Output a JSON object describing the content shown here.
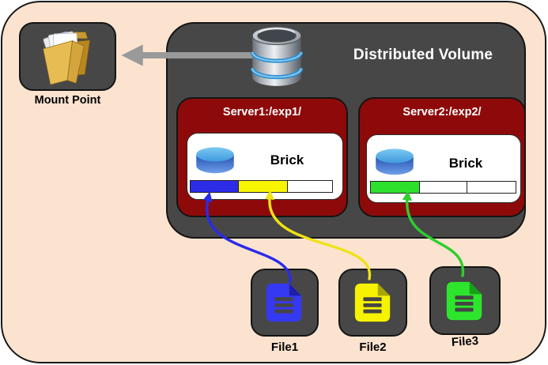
{
  "diagram": {
    "background_color": "#FBE3CF",
    "box_color": "#474747",
    "server_box_color": "#8E0A0A",
    "volume": {
      "title": "Distributed Volume",
      "icon": "database-icon"
    },
    "mount_point": {
      "label": "Mount Point",
      "icon": "folder-icon"
    },
    "mount_arrow": {
      "color": "#999999",
      "description": "volume-to-mount-point"
    },
    "servers": [
      {
        "title": "Server1:/exp1/",
        "brick": {
          "label": "Brick",
          "icon": "disk-icon"
        },
        "segments": [
          {
            "name": "file1-allocation",
            "color": "#2B2BE8"
          },
          {
            "name": "file2-allocation",
            "color": "#F9F500"
          },
          {
            "name": "free-space",
            "color": "#FFFFFF"
          }
        ]
      },
      {
        "title": "Server2:/exp2/",
        "brick": {
          "label": "Brick",
          "icon": "disk-icon"
        },
        "segments": [
          {
            "name": "file3-allocation",
            "color": "#2EE02E"
          },
          {
            "name": "free-space",
            "color": "#FFFFFF"
          },
          {
            "name": "free-space",
            "color": "#FFFFFF"
          }
        ]
      }
    ],
    "files": [
      {
        "label": "File1",
        "color": "#3639F2",
        "fold_color": "#1E1FA8",
        "arrow_color": "#2B2BE8"
      },
      {
        "label": "File2",
        "color": "#F6F200",
        "fold_color": "#A8A400",
        "arrow_color": "#F0E215"
      },
      {
        "label": "File3",
        "color": "#2EE52E",
        "fold_color": "#16A016",
        "arrow_color": "#2CCF2C"
      }
    ]
  }
}
